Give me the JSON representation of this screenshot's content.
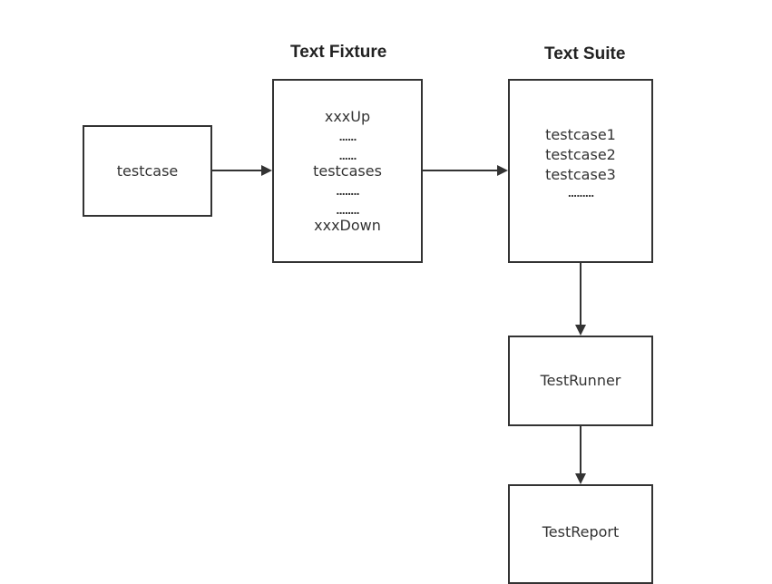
{
  "headings": {
    "fixture": "Text Fixture",
    "suite": "Text Suite"
  },
  "nodes": {
    "testcase": "testcase",
    "fixture": {
      "lines": [
        "xxxUp",
        "......",
        "......",
        "testcases",
        "........",
        "........",
        "xxxDown"
      ]
    },
    "suite": {
      "lines": [
        "testcase1",
        "testcase2",
        "testcase3",
        "........."
      ]
    },
    "runner": "TestRunner",
    "report": "TestReport"
  },
  "colors": {
    "stroke": "#333333",
    "background": "#ffffff",
    "text": "#333333"
  }
}
